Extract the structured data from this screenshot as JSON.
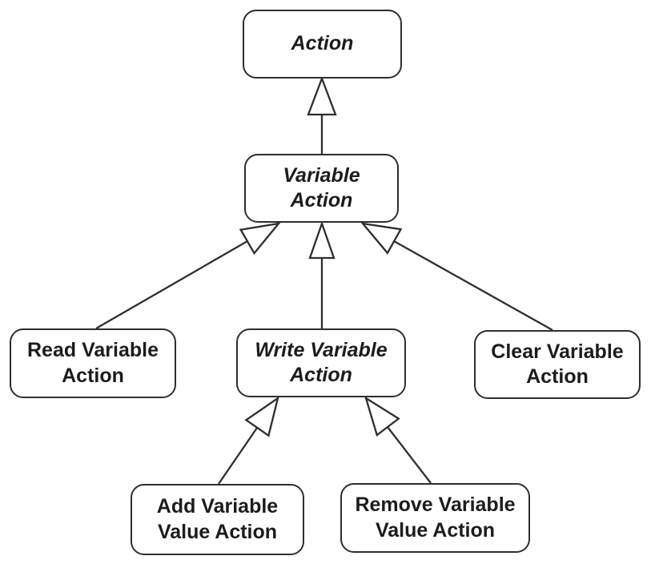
{
  "diagram": {
    "type": "uml-class-hierarchy",
    "nodes": [
      {
        "id": "action",
        "label": "Action",
        "abstract": true,
        "lines": [
          "Action"
        ]
      },
      {
        "id": "variable-action",
        "label": "Variable Action",
        "abstract": true,
        "lines": [
          "Variable",
          "Action"
        ]
      },
      {
        "id": "read-variable-action",
        "label": "Read Variable Action",
        "abstract": false,
        "lines": [
          "Read Variable",
          "Action"
        ]
      },
      {
        "id": "write-variable-action",
        "label": "Write Variable Action",
        "abstract": true,
        "lines": [
          "Write Variable",
          "Action"
        ]
      },
      {
        "id": "clear-variable-action",
        "label": "Clear Variable Action",
        "abstract": false,
        "lines": [
          "Clear Variable",
          "Action"
        ]
      },
      {
        "id": "add-variable-value-action",
        "label": "Add Variable Value Action",
        "abstract": false,
        "lines": [
          "Add Variable",
          "Value Action"
        ]
      },
      {
        "id": "remove-variable-value-action",
        "label": "Remove Variable Value Action",
        "abstract": false,
        "lines": [
          "Remove Variable",
          "Value Action"
        ]
      }
    ],
    "edges": [
      {
        "from": "variable-action",
        "to": "action",
        "type": "generalization"
      },
      {
        "from": "read-variable-action",
        "to": "variable-action",
        "type": "generalization"
      },
      {
        "from": "write-variable-action",
        "to": "variable-action",
        "type": "generalization"
      },
      {
        "from": "clear-variable-action",
        "to": "variable-action",
        "type": "generalization"
      },
      {
        "from": "add-variable-value-action",
        "to": "write-variable-action",
        "type": "generalization"
      },
      {
        "from": "remove-variable-value-action",
        "to": "write-variable-action",
        "type": "generalization"
      }
    ],
    "colors": {
      "stroke": "#2e2e2e",
      "node_fill": "#ffffff",
      "text": "#1c1c1c",
      "background": "#ffffff"
    }
  }
}
